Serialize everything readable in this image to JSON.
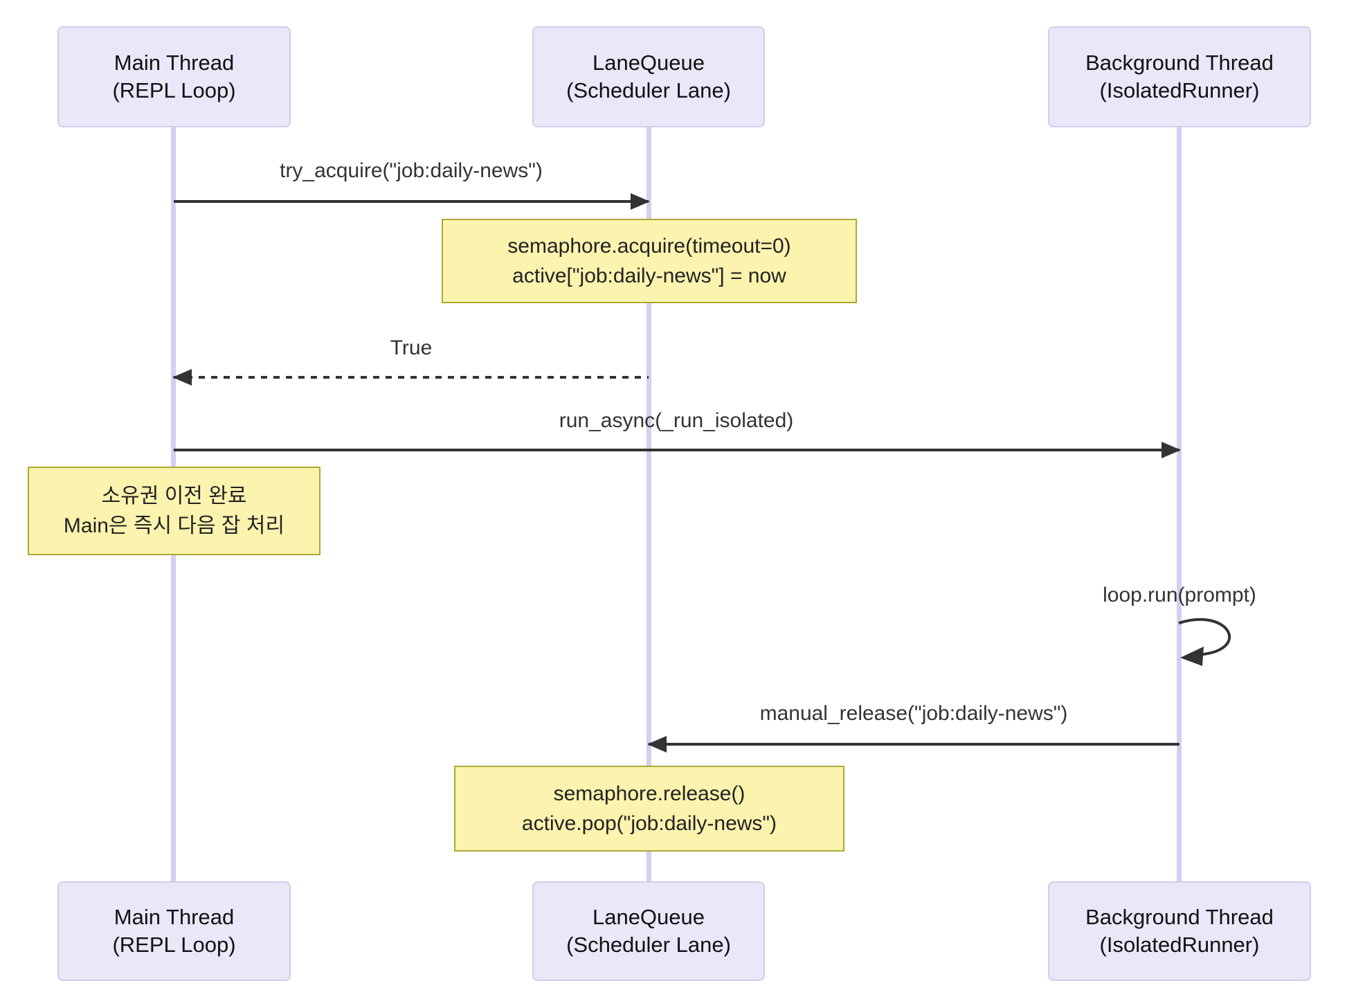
{
  "diagram_type": "sequence-diagram",
  "participants": [
    {
      "name": "Main Thread",
      "sub": "(REPL Loop)"
    },
    {
      "name": "LaneQueue",
      "sub": "(Scheduler Lane)"
    },
    {
      "name": "Background Thread",
      "sub": "(IsolatedRunner)"
    }
  ],
  "messages": [
    {
      "label": "try_acquire(\"job:daily-news\")",
      "from": "Main Thread",
      "to": "LaneQueue",
      "line": "solid",
      "direction": "right"
    },
    {
      "label": "True",
      "from": "LaneQueue",
      "to": "Main Thread",
      "line": "dashed",
      "direction": "left"
    },
    {
      "label": "run_async(_run_isolated)",
      "from": "Main Thread",
      "to": "Background Thread",
      "line": "solid",
      "direction": "right"
    },
    {
      "label": "loop.run(prompt)",
      "from": "Background Thread",
      "to": "Background Thread",
      "line": "solid",
      "direction": "self"
    },
    {
      "label": "manual_release(\"job:daily-news\")",
      "from": "Background Thread",
      "to": "LaneQueue",
      "line": "solid",
      "direction": "left"
    }
  ],
  "notes": [
    {
      "over": "LaneQueue",
      "lines": [
        "semaphore.acquire(timeout=0)",
        "active[\"job:daily-news\"] = now"
      ]
    },
    {
      "over": "Main Thread",
      "lines": [
        "소유권 이전 완료",
        "Main은 즉시 다음 잡 처리"
      ]
    },
    {
      "over": "LaneQueue",
      "lines": [
        "semaphore.release()",
        "active.pop(\"job:daily-news\")"
      ]
    }
  ],
  "colors": {
    "actor_fill": "#E9E7F8",
    "actor_border": "#D3CBEA",
    "lifeline": "#D6CEF0",
    "note_fill": "#FBF3AE",
    "note_border": "#AAAA33",
    "message": "#333333"
  }
}
